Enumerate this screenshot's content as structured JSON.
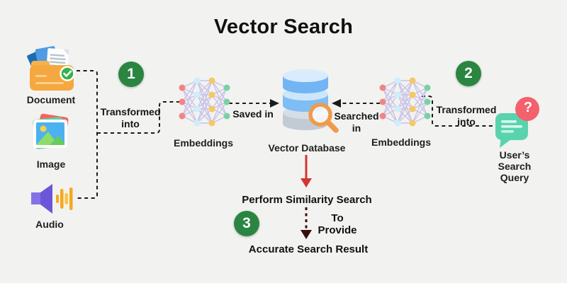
{
  "title": "Vector Search",
  "colors": {
    "background": "#f2f2f0",
    "badge_green": "#2a8540",
    "connector_black": "#1a1a1a",
    "arrow_red": "#d63331",
    "arrow_dark_maroon": "#3a0d0d",
    "text": "#1c1c1c"
  },
  "sources": [
    {
      "label": "Document",
      "icon": "document-icon"
    },
    {
      "label": "Image",
      "icon": "image-icon"
    },
    {
      "label": "Audio",
      "icon": "audio-icon"
    }
  ],
  "steps": [
    {
      "number": "1"
    },
    {
      "number": "2"
    },
    {
      "number": "3"
    }
  ],
  "nodes": {
    "embeddings_left": "Embeddings",
    "embeddings_right": "Embeddings",
    "vector_database": "Vector Database",
    "user_query_lines": [
      "User’s",
      "Search",
      "Query"
    ]
  },
  "edges": {
    "transformed_left_lines": [
      "Transformed",
      "into"
    ],
    "saved_in": "Saved in",
    "searched_in_lines": [
      "Searched",
      "in"
    ],
    "transformed_right_lines": [
      "Transformed",
      "into"
    ],
    "perform_similarity": "Perform Similarity Search",
    "to_provide": "To Provide",
    "accurate_result": "Accurate Search Result"
  },
  "icons": {
    "question_glyph": "?",
    "list": [
      "document-icon",
      "image-icon",
      "audio-icon",
      "neural-network-icon",
      "database-icon",
      "magnifier-icon",
      "chat-question-icon",
      "check-icon"
    ]
  }
}
